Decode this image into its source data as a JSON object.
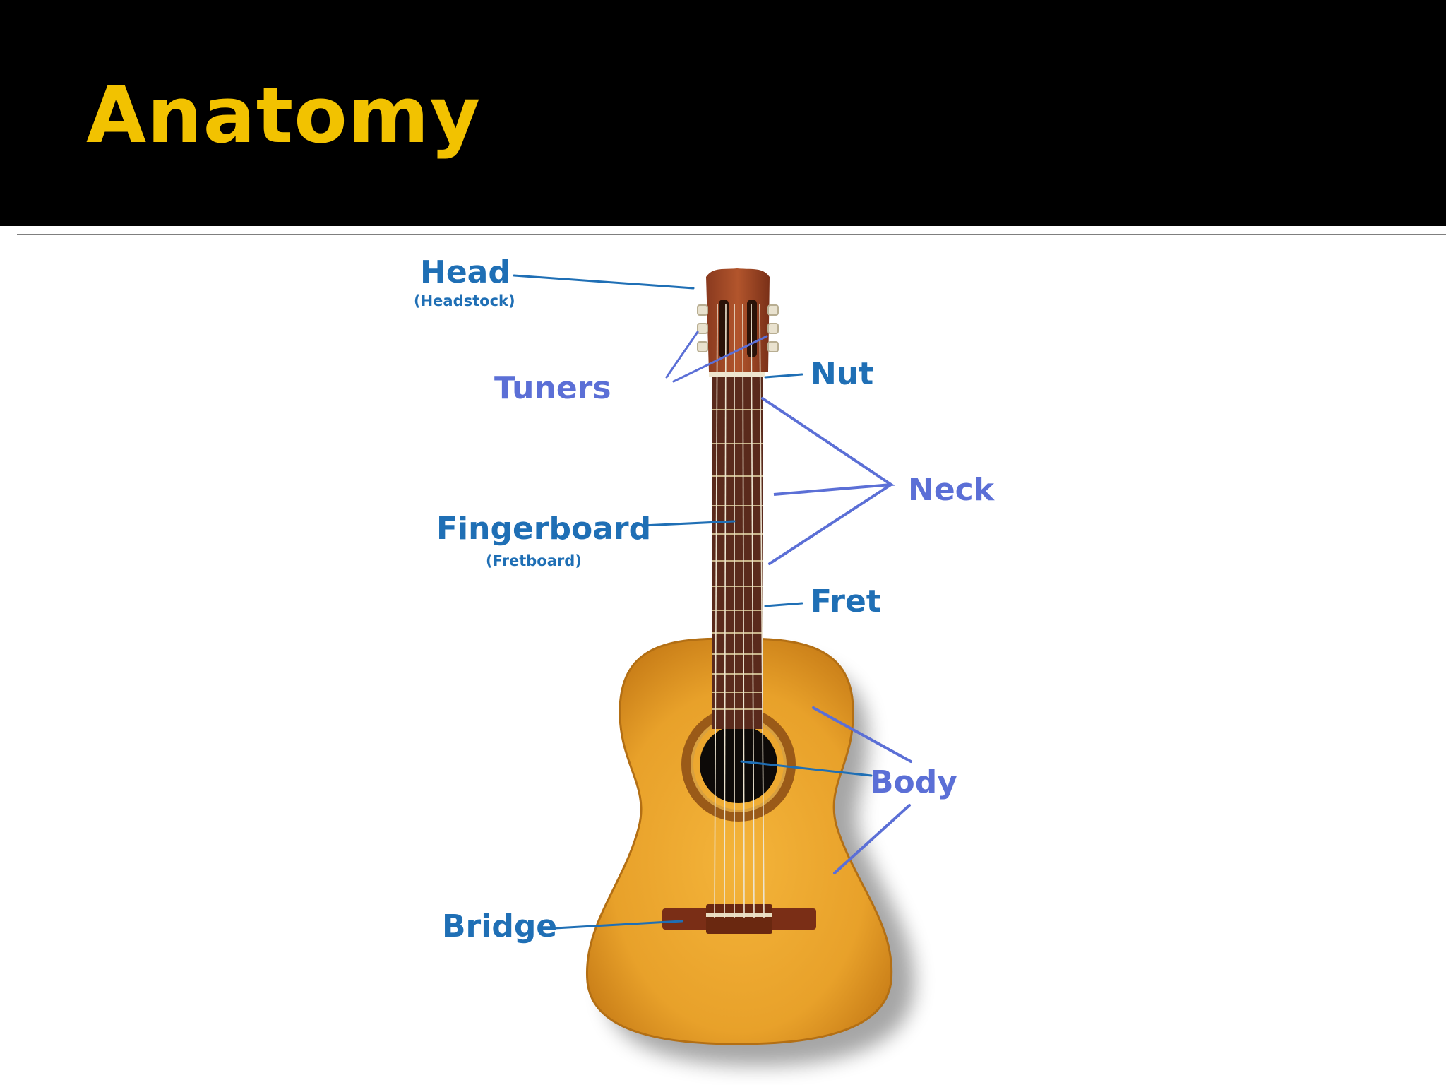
{
  "slide": {
    "title": "Anatomy",
    "title_color": "#f2c200",
    "header_background": "#000000"
  },
  "diagram": {
    "label_color_dark": "#1f6fb5",
    "label_color_light": "#5b6fd6",
    "guitar_top_color": "#e8a52a",
    "fretboard_color": "#5a2a1c",
    "labels": {
      "head": "Head",
      "head_sub": "(Headstock)",
      "tuners": "Tuners",
      "nut": "Nut",
      "neck": "Neck",
      "fingerboard": "Fingerboard",
      "fingerboard_sub": "(Fretboard)",
      "fret": "Fret",
      "body": "Body",
      "bridge": "Bridge"
    }
  }
}
